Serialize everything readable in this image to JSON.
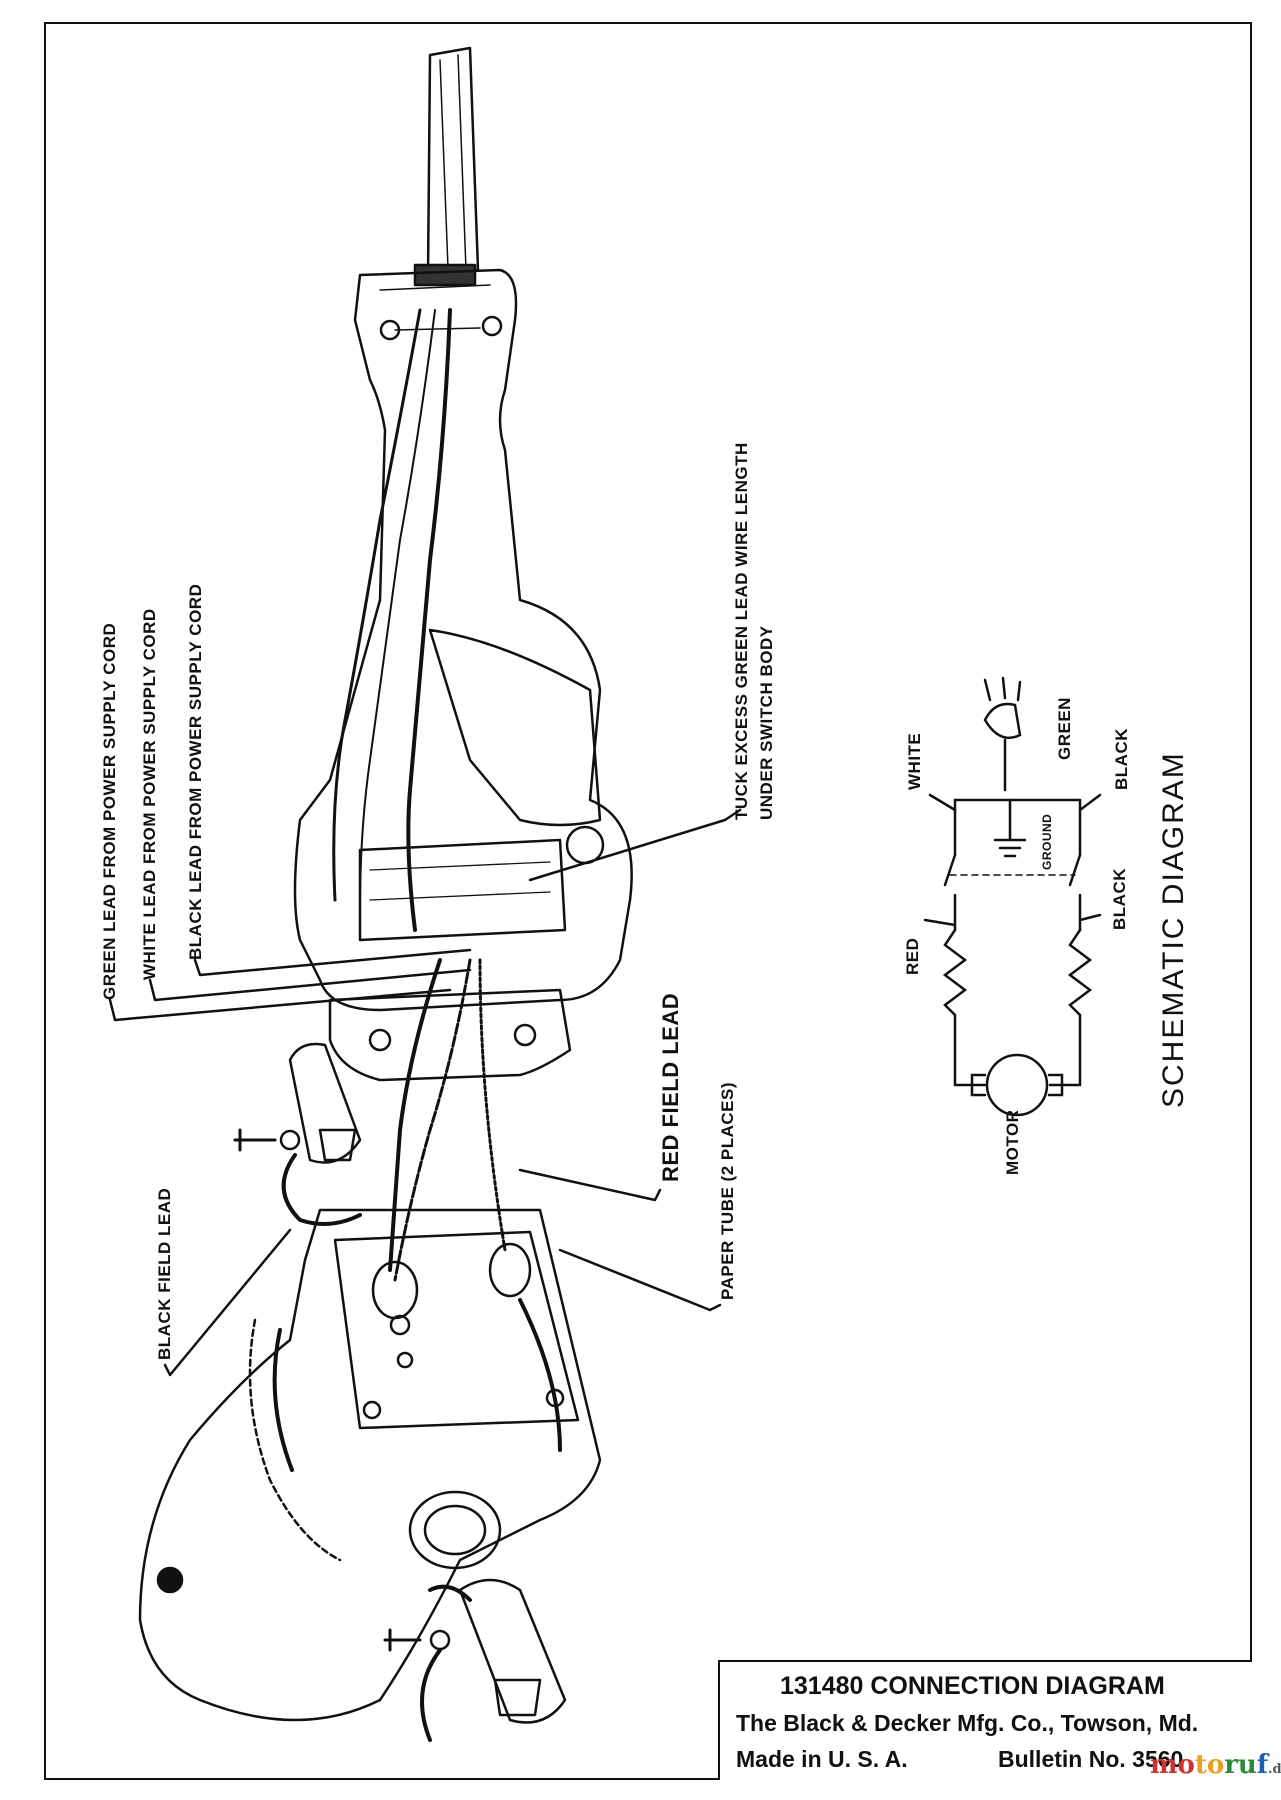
{
  "diagram": {
    "labels": {
      "green_lead": "GREEN LEAD FROM POWER SUPPLY CORD",
      "white_lead": "WHITE LEAD FROM POWER SUPPLY CORD",
      "black_lead": "BLACK LEAD FROM POWER SUPPLY CORD",
      "tuck_excess_1": "TUCK EXCESS GREEN LEAD WIRE LENGTH",
      "tuck_excess_2": "UNDER SWITCH BODY",
      "red_field_lead": "RED FIELD LEAD",
      "paper_tube": "PAPER TUBE (2 PLACES)",
      "black_field_lead": "BLACK FIELD LEAD"
    },
    "schematic": {
      "title": "SCHEMATIC DIAGRAM",
      "white": "WHITE",
      "green": "GREEN",
      "black_top": "BLACK",
      "ground": "GROUND",
      "red": "RED",
      "black_bottom": "BLACK",
      "motor": "MOTOR"
    }
  },
  "title_block": {
    "line1": "131480 CONNECTION DIAGRAM",
    "line2": "The Black & Decker Mfg. Co., Towson, Md.",
    "line3a": "Made in U. S. A.",
    "line3b": "Bulletin No. 3560"
  },
  "watermark": {
    "part_a": "mo",
    "part_b": "to",
    "part_c": "ru",
    "part_d": "f",
    "part_e": ".de"
  },
  "colors": {
    "ink": "#111111",
    "paper": "#ffffff"
  }
}
